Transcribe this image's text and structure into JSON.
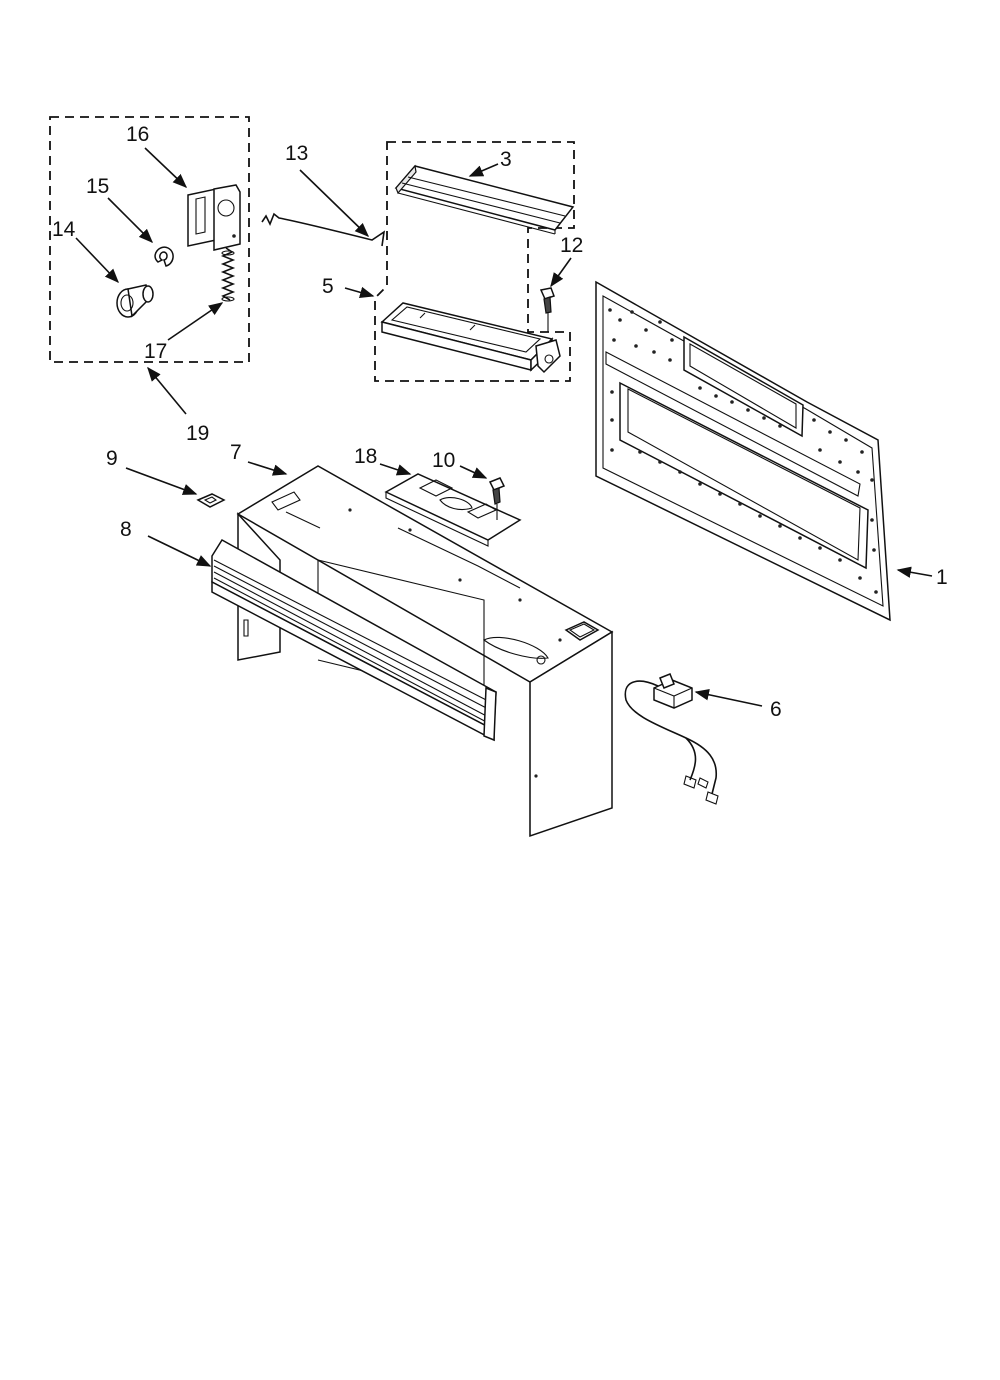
{
  "callouts": {
    "c1": "1",
    "c3": "3",
    "c5": "5",
    "c6": "6",
    "c7": "7",
    "c8": "8",
    "c9": "9",
    "c10": "10",
    "c12": "12",
    "c13": "13",
    "c14": "14",
    "c15": "15",
    "c16": "16",
    "c17": "17",
    "c18": "18",
    "c19": "19"
  },
  "colors": {
    "ink": "#111111",
    "paper": "#ffffff"
  }
}
